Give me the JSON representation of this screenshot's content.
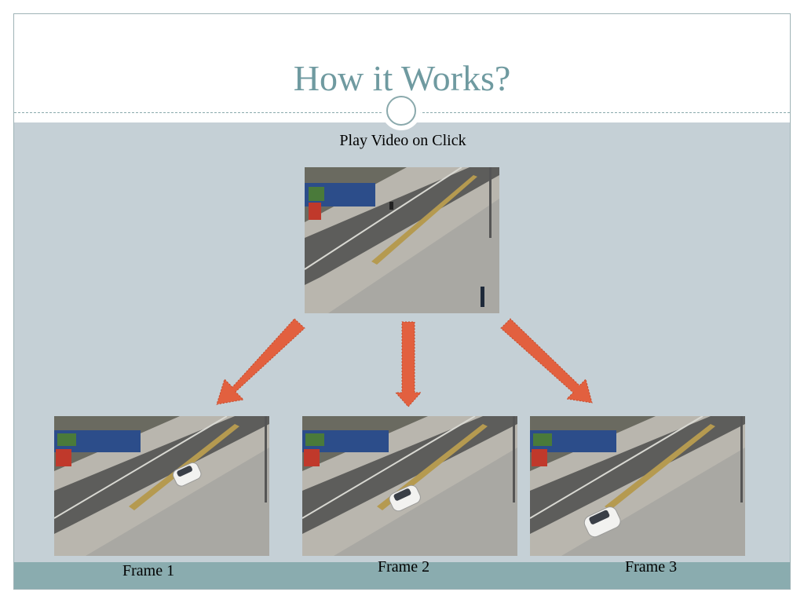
{
  "slide": {
    "title": "How it Works?",
    "play_caption": "Play Video on Click"
  },
  "frames": [
    {
      "label": "Frame 1",
      "car_progress": 0.2
    },
    {
      "label": "Frame 2",
      "car_progress": 0.45
    },
    {
      "label": "Frame 3",
      "car_progress": 0.7
    }
  ],
  "colors": {
    "title": "#6f9aa0",
    "content_background": "#c5d0d6",
    "footer_band": "#8aacaf",
    "arrow_fill": "#e2603f"
  },
  "icons": {
    "ornament": "circle-ornament-icon",
    "arrow": "arrow-down-icon"
  }
}
